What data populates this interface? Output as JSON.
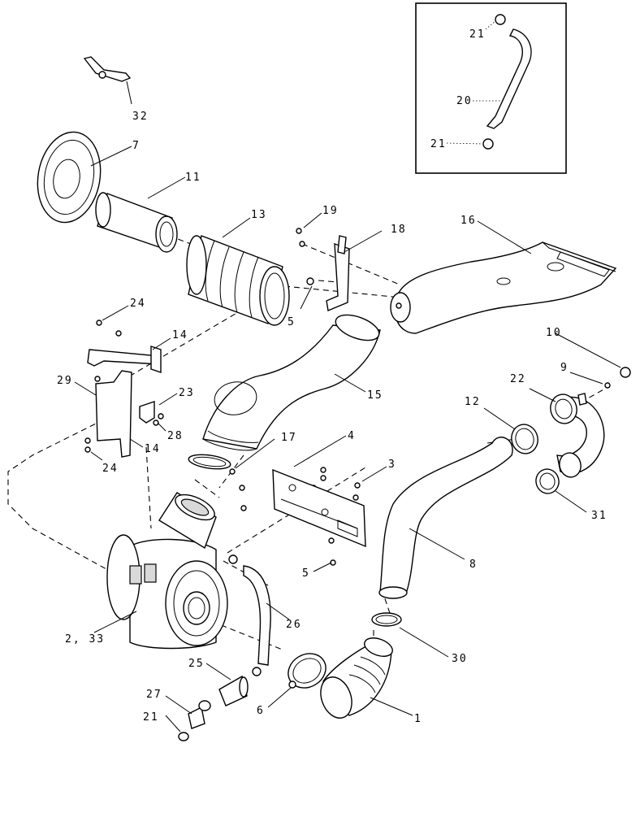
{
  "callouts": {
    "c1": "1",
    "c2_33": "2, 33",
    "c3": "3",
    "c4": "4",
    "c5a": "5",
    "c5b": "5",
    "c6": "6",
    "c7": "7",
    "c8": "8",
    "c9": "9",
    "c10": "10",
    "c11": "11",
    "c12": "12",
    "c13": "13",
    "c14a": "14",
    "c14b": "14",
    "c15": "15",
    "c16": "16",
    "c17": "17",
    "c18": "18",
    "c19": "19",
    "c20": "20",
    "c21a": "21",
    "c21b": "21",
    "c21c": "21",
    "c22": "22",
    "c23": "23",
    "c24a": "24",
    "c24b": "24",
    "c25": "25",
    "c26": "26",
    "c27": "27",
    "c28": "28",
    "c29": "29",
    "c30": "30",
    "c31": "31",
    "c32": "32"
  },
  "colors": {
    "line": "#000000",
    "background": "#ffffff",
    "shade": "#d9d9d9"
  }
}
